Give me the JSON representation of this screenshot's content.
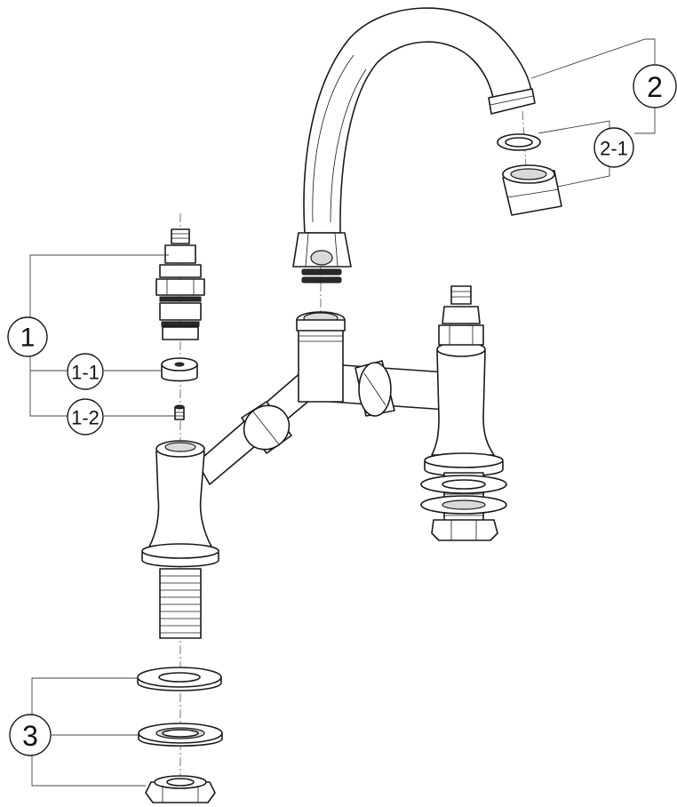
{
  "callouts": {
    "c1": "1",
    "c1_1": "1-1",
    "c1_2": "1-2",
    "c2": "2",
    "c2_1": "2-1",
    "c3": "3"
  },
  "colors": {
    "line": "#1a1a1a",
    "background": "#ffffff",
    "shade": "#d9d9d9"
  }
}
